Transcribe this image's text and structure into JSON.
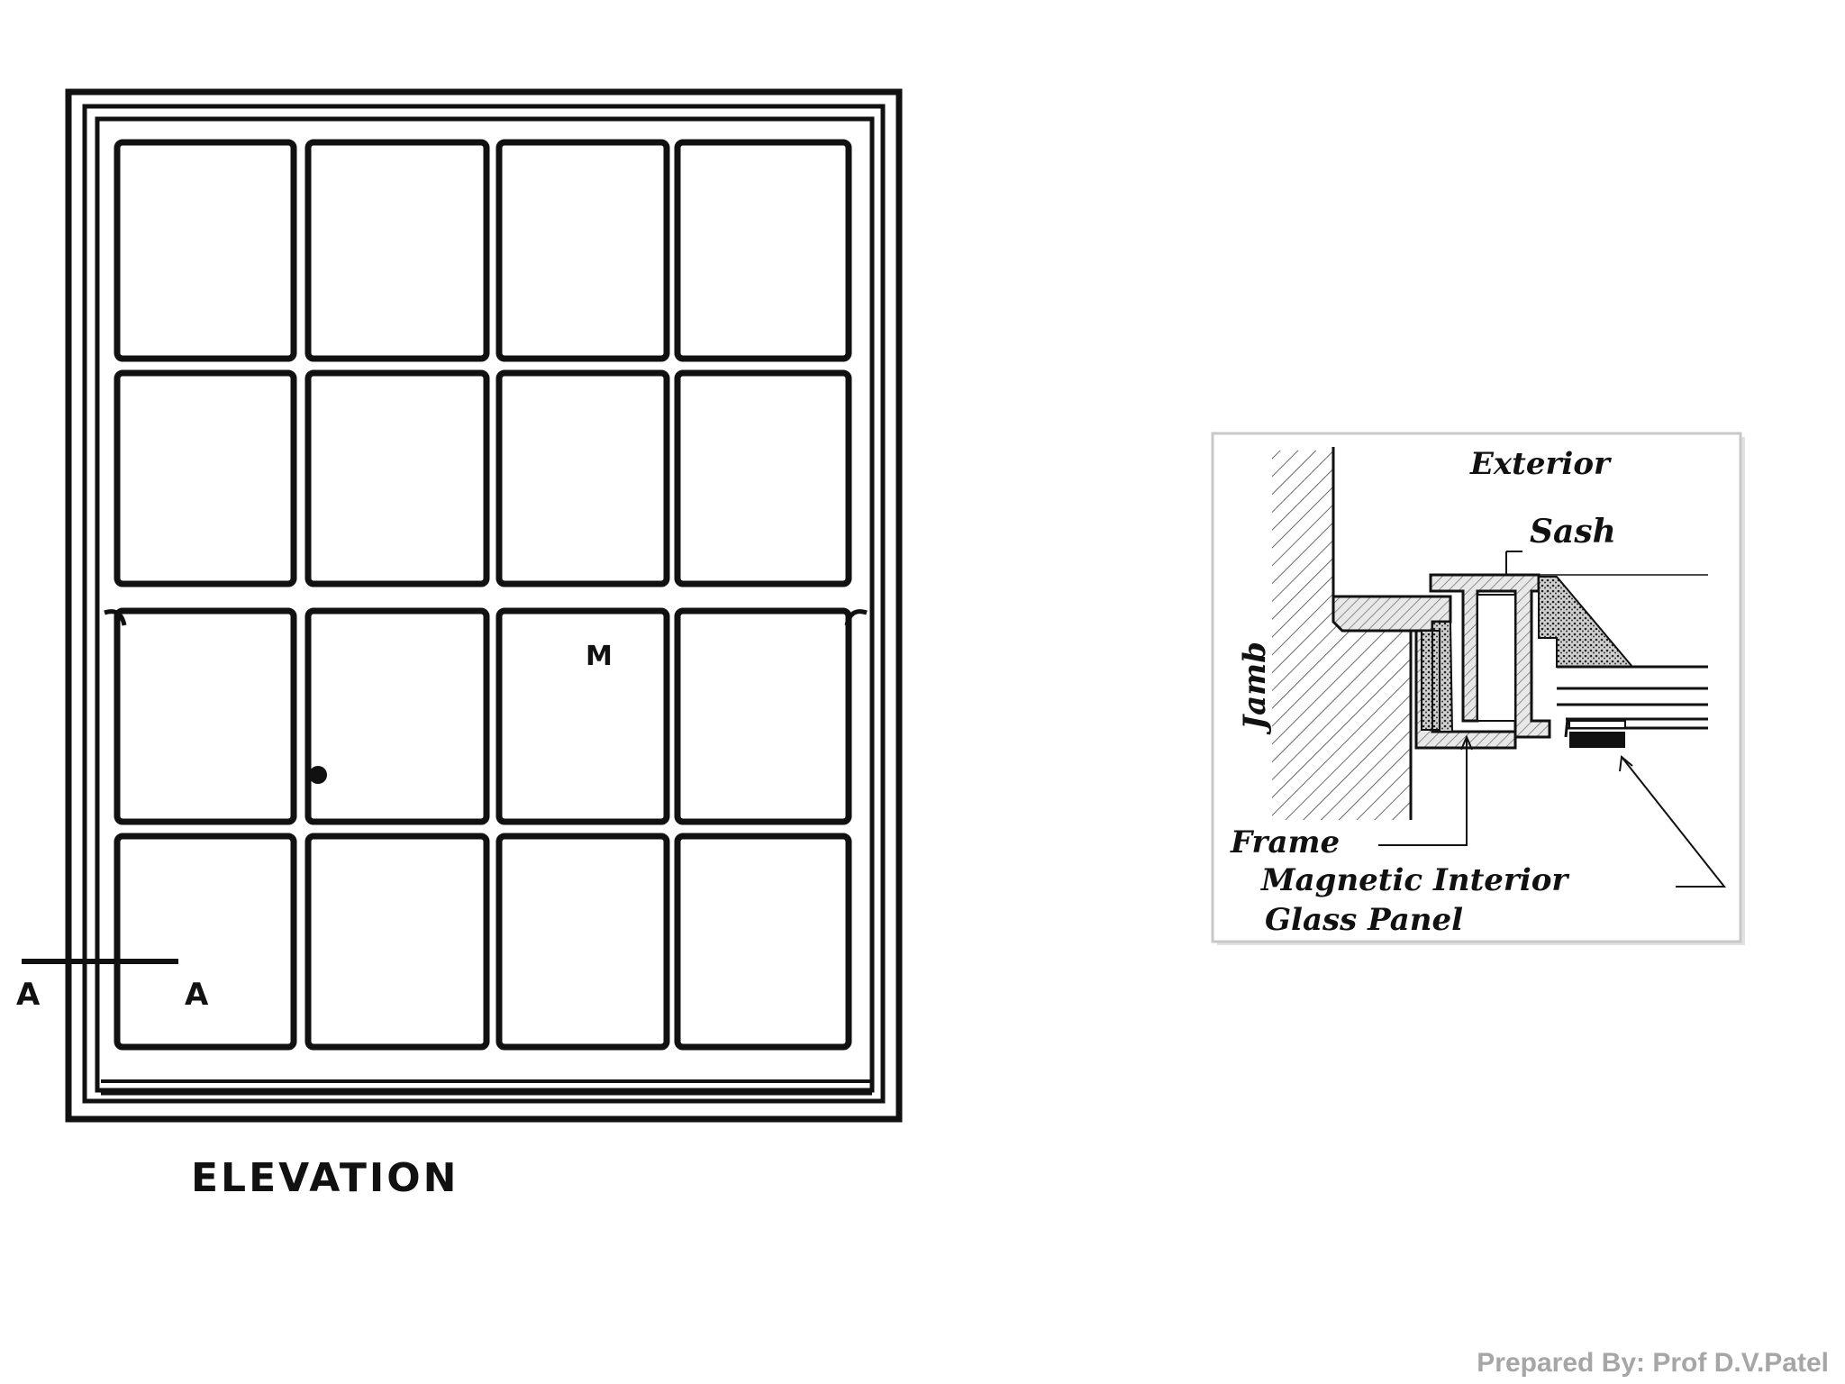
{
  "elevation": {
    "title": "ELEVATION",
    "section_left": "A",
    "section_right": "A",
    "mark": "M",
    "grid": {
      "rows": 4,
      "cols": 4
    }
  },
  "detail": {
    "exterior": "Exterior",
    "sash": "Sash",
    "jamb": "Jamb",
    "frame": "Frame",
    "magnetic": "Magnetic Interior",
    "glass": "Glass Panel"
  },
  "footer": {
    "credit": "Prepared By: Prof D.V.Patel"
  },
  "colors": {
    "ink": "#111111",
    "credit": "#a6a6a6",
    "panel_border": "#c8c8c8"
  }
}
